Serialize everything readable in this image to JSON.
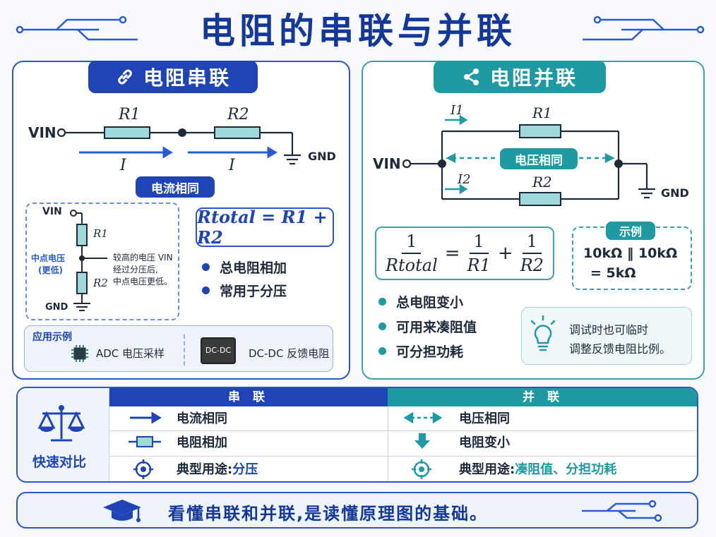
{
  "title": "电阻的串联与并联",
  "series_panel": {
    "header": "电阻串联",
    "vin": "VIN",
    "r1": "R1",
    "r2": "R2",
    "current1": "I",
    "current2": "I",
    "gnd": "GND",
    "badge": "电流相同",
    "formula": "Rtotal = R1 + R2",
    "bullets": [
      "总电阻相加",
      "常用于分压"
    ],
    "divider": {
      "vin": "VIN",
      "r1": "R1",
      "r2": "R2",
      "gnd": "GND",
      "mid_label_1": "中点电压",
      "mid_label_2": "(更低)",
      "note_1": "较高的电压 VIN",
      "note_2": "经过分压后,",
      "note_3": "中点电压更低。"
    },
    "apps": {
      "title": "应用示例",
      "item1": "ADC 电压采样",
      "chip2": "DC-DC",
      "item2": "DC-DC 反馈电阻"
    }
  },
  "parallel_panel": {
    "header": "电阻并联",
    "vin": "VIN",
    "r1": "R1",
    "r2": "R2",
    "i1": "I1",
    "i2": "I2",
    "gnd": "GND",
    "badge": "电压相同",
    "formula_lhs_num": "1",
    "formula_lhs_den": "Rtotal",
    "formula_r1_num": "1",
    "formula_r1_den": "R1",
    "formula_r2_num": "1",
    "formula_r2_den": "R2",
    "example_title": "示例",
    "example_line1": "10kΩ ‖ 10kΩ",
    "example_line2": "= 5kΩ",
    "bullets": [
      "总电阻变小",
      "可用来凑阻值",
      "可分担功耗"
    ],
    "tip_line1": "调试时也可临时",
    "tip_line2": "调整反馈电阻比例。"
  },
  "compare": {
    "label": "快速对比",
    "col_series": "串 联",
    "col_parallel": "并 联",
    "series_rows": [
      "电流相同",
      "电阻相加"
    ],
    "series_use_label": "典型用途:",
    "series_use_value": "分压",
    "parallel_rows": [
      "电压相同",
      "电阻变小"
    ],
    "parallel_use_label": "典型用途:",
    "parallel_use_value": "凑阻值、分担功耗"
  },
  "footer": "看懂串联和并联,是读懂原理图的基础。",
  "colors": {
    "blue": "#1f44b5",
    "teal": "#1f9aa3",
    "resistor_fill": "#9fd8dd"
  }
}
